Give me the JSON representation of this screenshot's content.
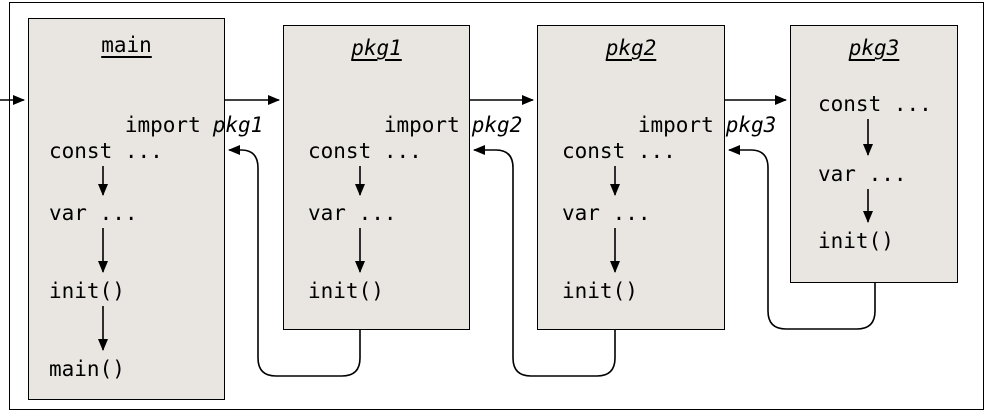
{
  "figure": {
    "colors": {
      "box_fill": "#e9e6e1",
      "stroke": "#000000",
      "background": "#ffffff"
    },
    "boxes": [
      {
        "title": "main",
        "import_keyword": "import",
        "import_target": "pkg1",
        "steps": [
          "const ...",
          "var ...",
          "init()",
          "main()"
        ]
      },
      {
        "title": "pkg1",
        "import_keyword": "import",
        "import_target": "pkg2",
        "steps": [
          "const ...",
          "var ...",
          "init()"
        ]
      },
      {
        "title": "pkg2",
        "import_keyword": "import",
        "import_target": "pkg3",
        "steps": [
          "const ...",
          "var ...",
          "init()"
        ]
      },
      {
        "title": "pkg3",
        "steps": [
          "const ...",
          "var ...",
          "init()"
        ]
      }
    ]
  }
}
